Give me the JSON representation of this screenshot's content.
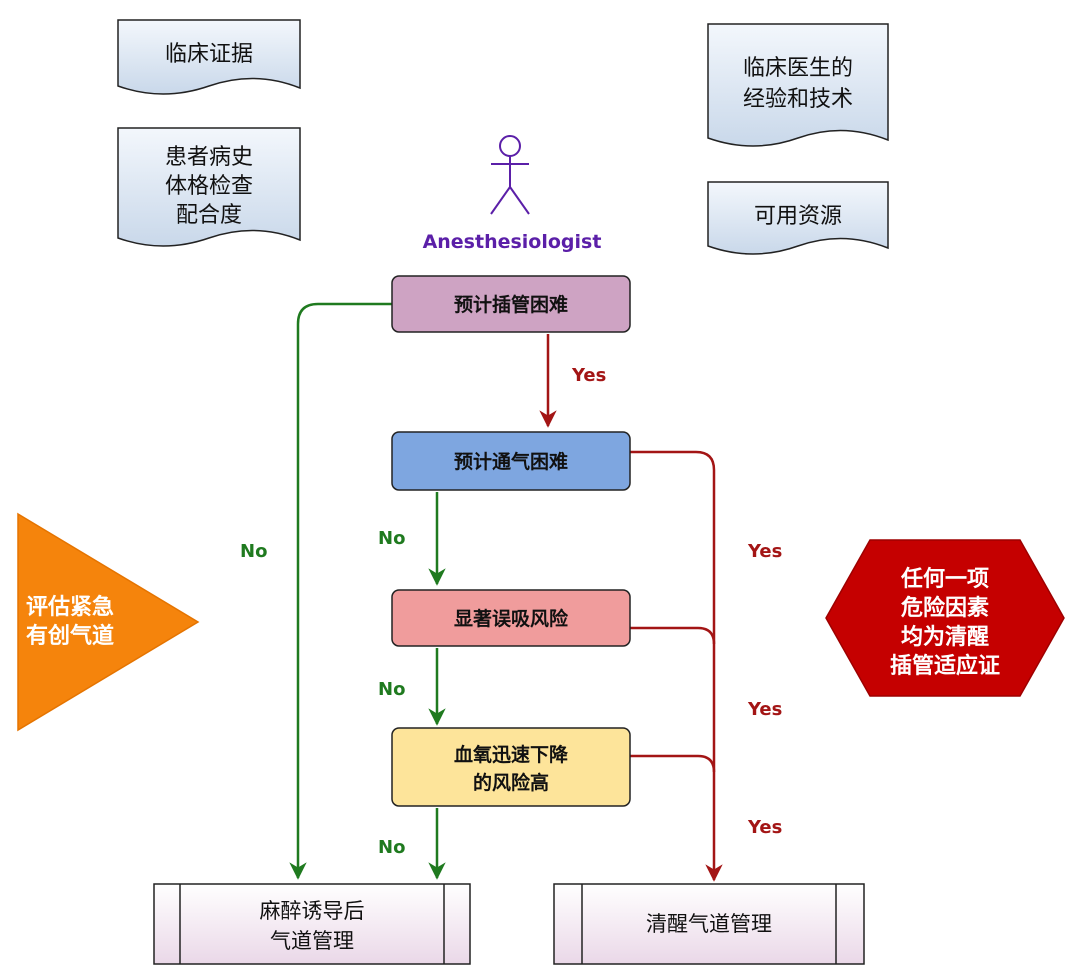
{
  "docs": {
    "clinical_evidence": "临床证据",
    "patient_history": [
      "患者病史",
      "体格检查",
      "配合度"
    ],
    "clinician_experience": [
      "临床医生的",
      "经验和技术"
    ],
    "available_resources": "可用资源"
  },
  "actor": {
    "label": "Anesthesiologist"
  },
  "steps": {
    "difficult_intubation": "预计插管困难",
    "difficult_ventilation": "预计通气困难",
    "aspiration_risk": "显著误吸风险",
    "desaturation_risk": [
      "血氧迅速下降",
      "的风险高"
    ]
  },
  "outcomes": {
    "post_induction": [
      "麻醉诱导后",
      "气道管理"
    ],
    "awake": "清醒气道管理"
  },
  "branch_labels": {
    "yes": "Yes",
    "no": "No"
  },
  "side_notes": {
    "emergency_invasive": [
      "评估紧急",
      "有创气道"
    ],
    "awake_indication": [
      "任何一项",
      "危险因素",
      "均为清醒",
      "插管适应证"
    ]
  },
  "colors": {
    "no_arrow": "#1f7a1f",
    "yes_arrow": "#a31515",
    "actor": "#5b1fa8",
    "triangle": "#f5840c",
    "hexagon": "#c50000"
  }
}
